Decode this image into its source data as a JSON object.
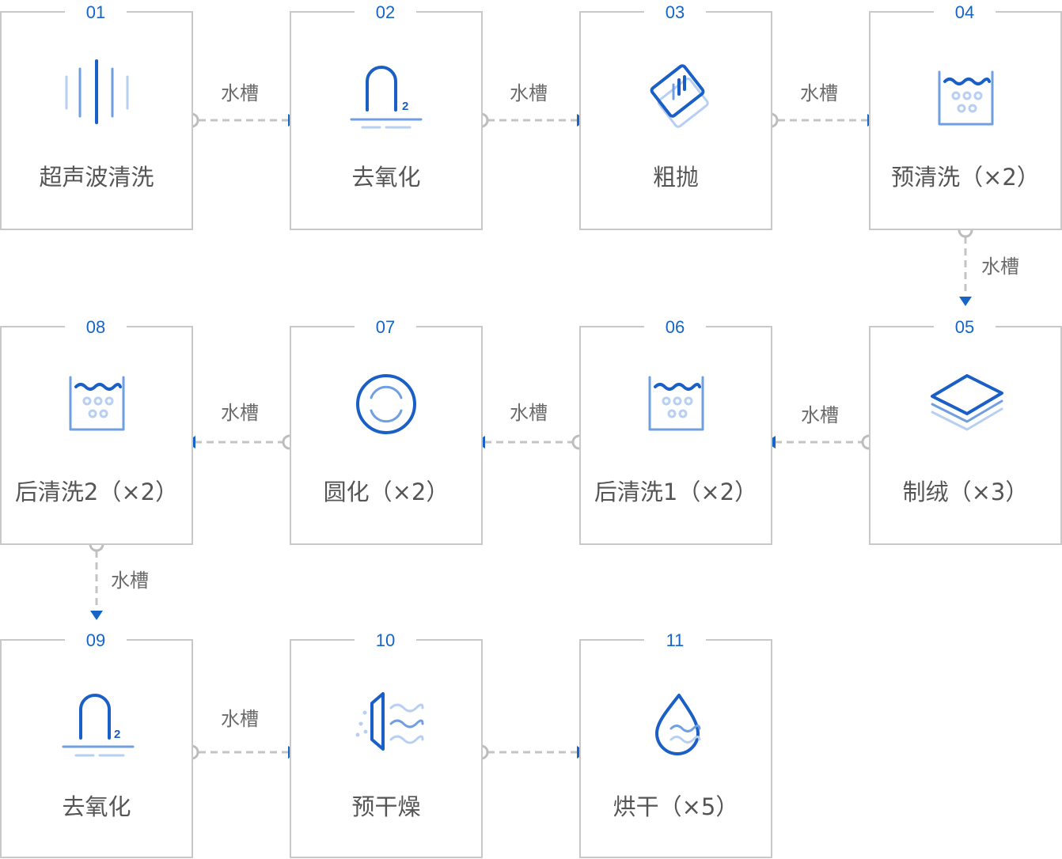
{
  "steps": [
    {
      "num": "01",
      "label": "超声波清洗",
      "icon": "ultrasonic-icon"
    },
    {
      "num": "02",
      "label": "去氧化",
      "icon": "deoxidize-icon"
    },
    {
      "num": "03",
      "label": "粗抛",
      "icon": "rough-polish-icon"
    },
    {
      "num": "04",
      "label": "预清洗（×2）",
      "icon": "water-tank-icon"
    },
    {
      "num": "05",
      "label": "制绒（×3）",
      "icon": "layers-icon"
    },
    {
      "num": "06",
      "label": "后清洗1（×2）",
      "icon": "water-tank-icon"
    },
    {
      "num": "07",
      "label": "圆化（×2）",
      "icon": "round-icon"
    },
    {
      "num": "08",
      "label": "后清洗2（×2）",
      "icon": "water-tank-icon"
    },
    {
      "num": "09",
      "label": "去氧化",
      "icon": "deoxidize-icon"
    },
    {
      "num": "10",
      "label": "预干燥",
      "icon": "air-dry-icon"
    },
    {
      "num": "11",
      "label": "烘干（×5）",
      "icon": "water-drop-icon"
    }
  ],
  "connectors": [
    {
      "from": "01",
      "to": "02",
      "label": "水槽"
    },
    {
      "from": "02",
      "to": "03",
      "label": "水槽"
    },
    {
      "from": "03",
      "to": "04",
      "label": "水槽"
    },
    {
      "from": "04",
      "to": "05",
      "label": "水槽"
    },
    {
      "from": "05",
      "to": "06",
      "label": "水槽"
    },
    {
      "from": "06",
      "to": "07",
      "label": "水槽"
    },
    {
      "from": "07",
      "to": "08",
      "label": "水槽"
    },
    {
      "from": "08",
      "to": "09",
      "label": "水槽"
    },
    {
      "from": "09",
      "to": "10",
      "label": "水槽"
    },
    {
      "from": "10",
      "to": "11",
      "label": ""
    }
  ],
  "icon_subscript": "2",
  "colors": {
    "accent": "#1565c8",
    "border": "#c8c8c8",
    "text": "#555555",
    "connector": "#c4c4c4"
  }
}
